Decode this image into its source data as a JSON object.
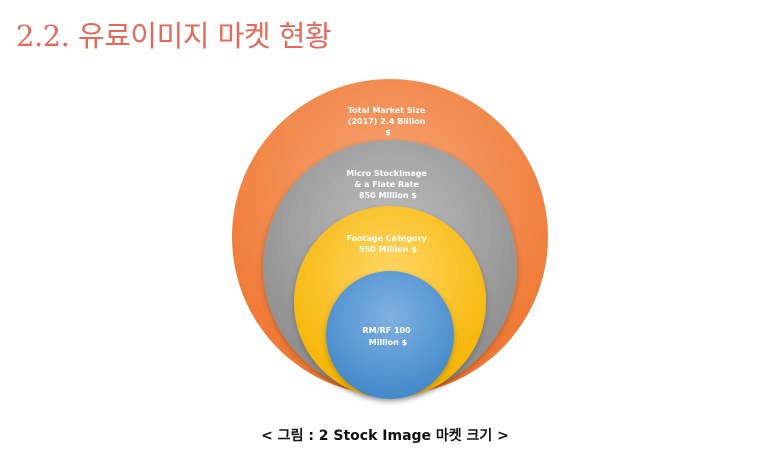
{
  "slide": {
    "title": "2.2. 유료이미지 마켓 현황",
    "caption": "< 그림 : 2 Stock Image 마켓 크기 >"
  },
  "diagram": {
    "layers": [
      {
        "lines": [
          "Total Market Size",
          "(2017) 2.4 Billion",
          "$"
        ],
        "color": "#f07b39"
      },
      {
        "lines": [
          "Micro StockImage",
          "& a Flate Rate",
          "850 Million $"
        ],
        "color": "#a5a5a5"
      },
      {
        "lines": [
          "Footage Category",
          "550 Million $"
        ],
        "color": "#ffc000"
      },
      {
        "lines": [
          "RM/RF 100",
          "Million $"
        ],
        "color": "#5b9bd5"
      }
    ]
  }
}
